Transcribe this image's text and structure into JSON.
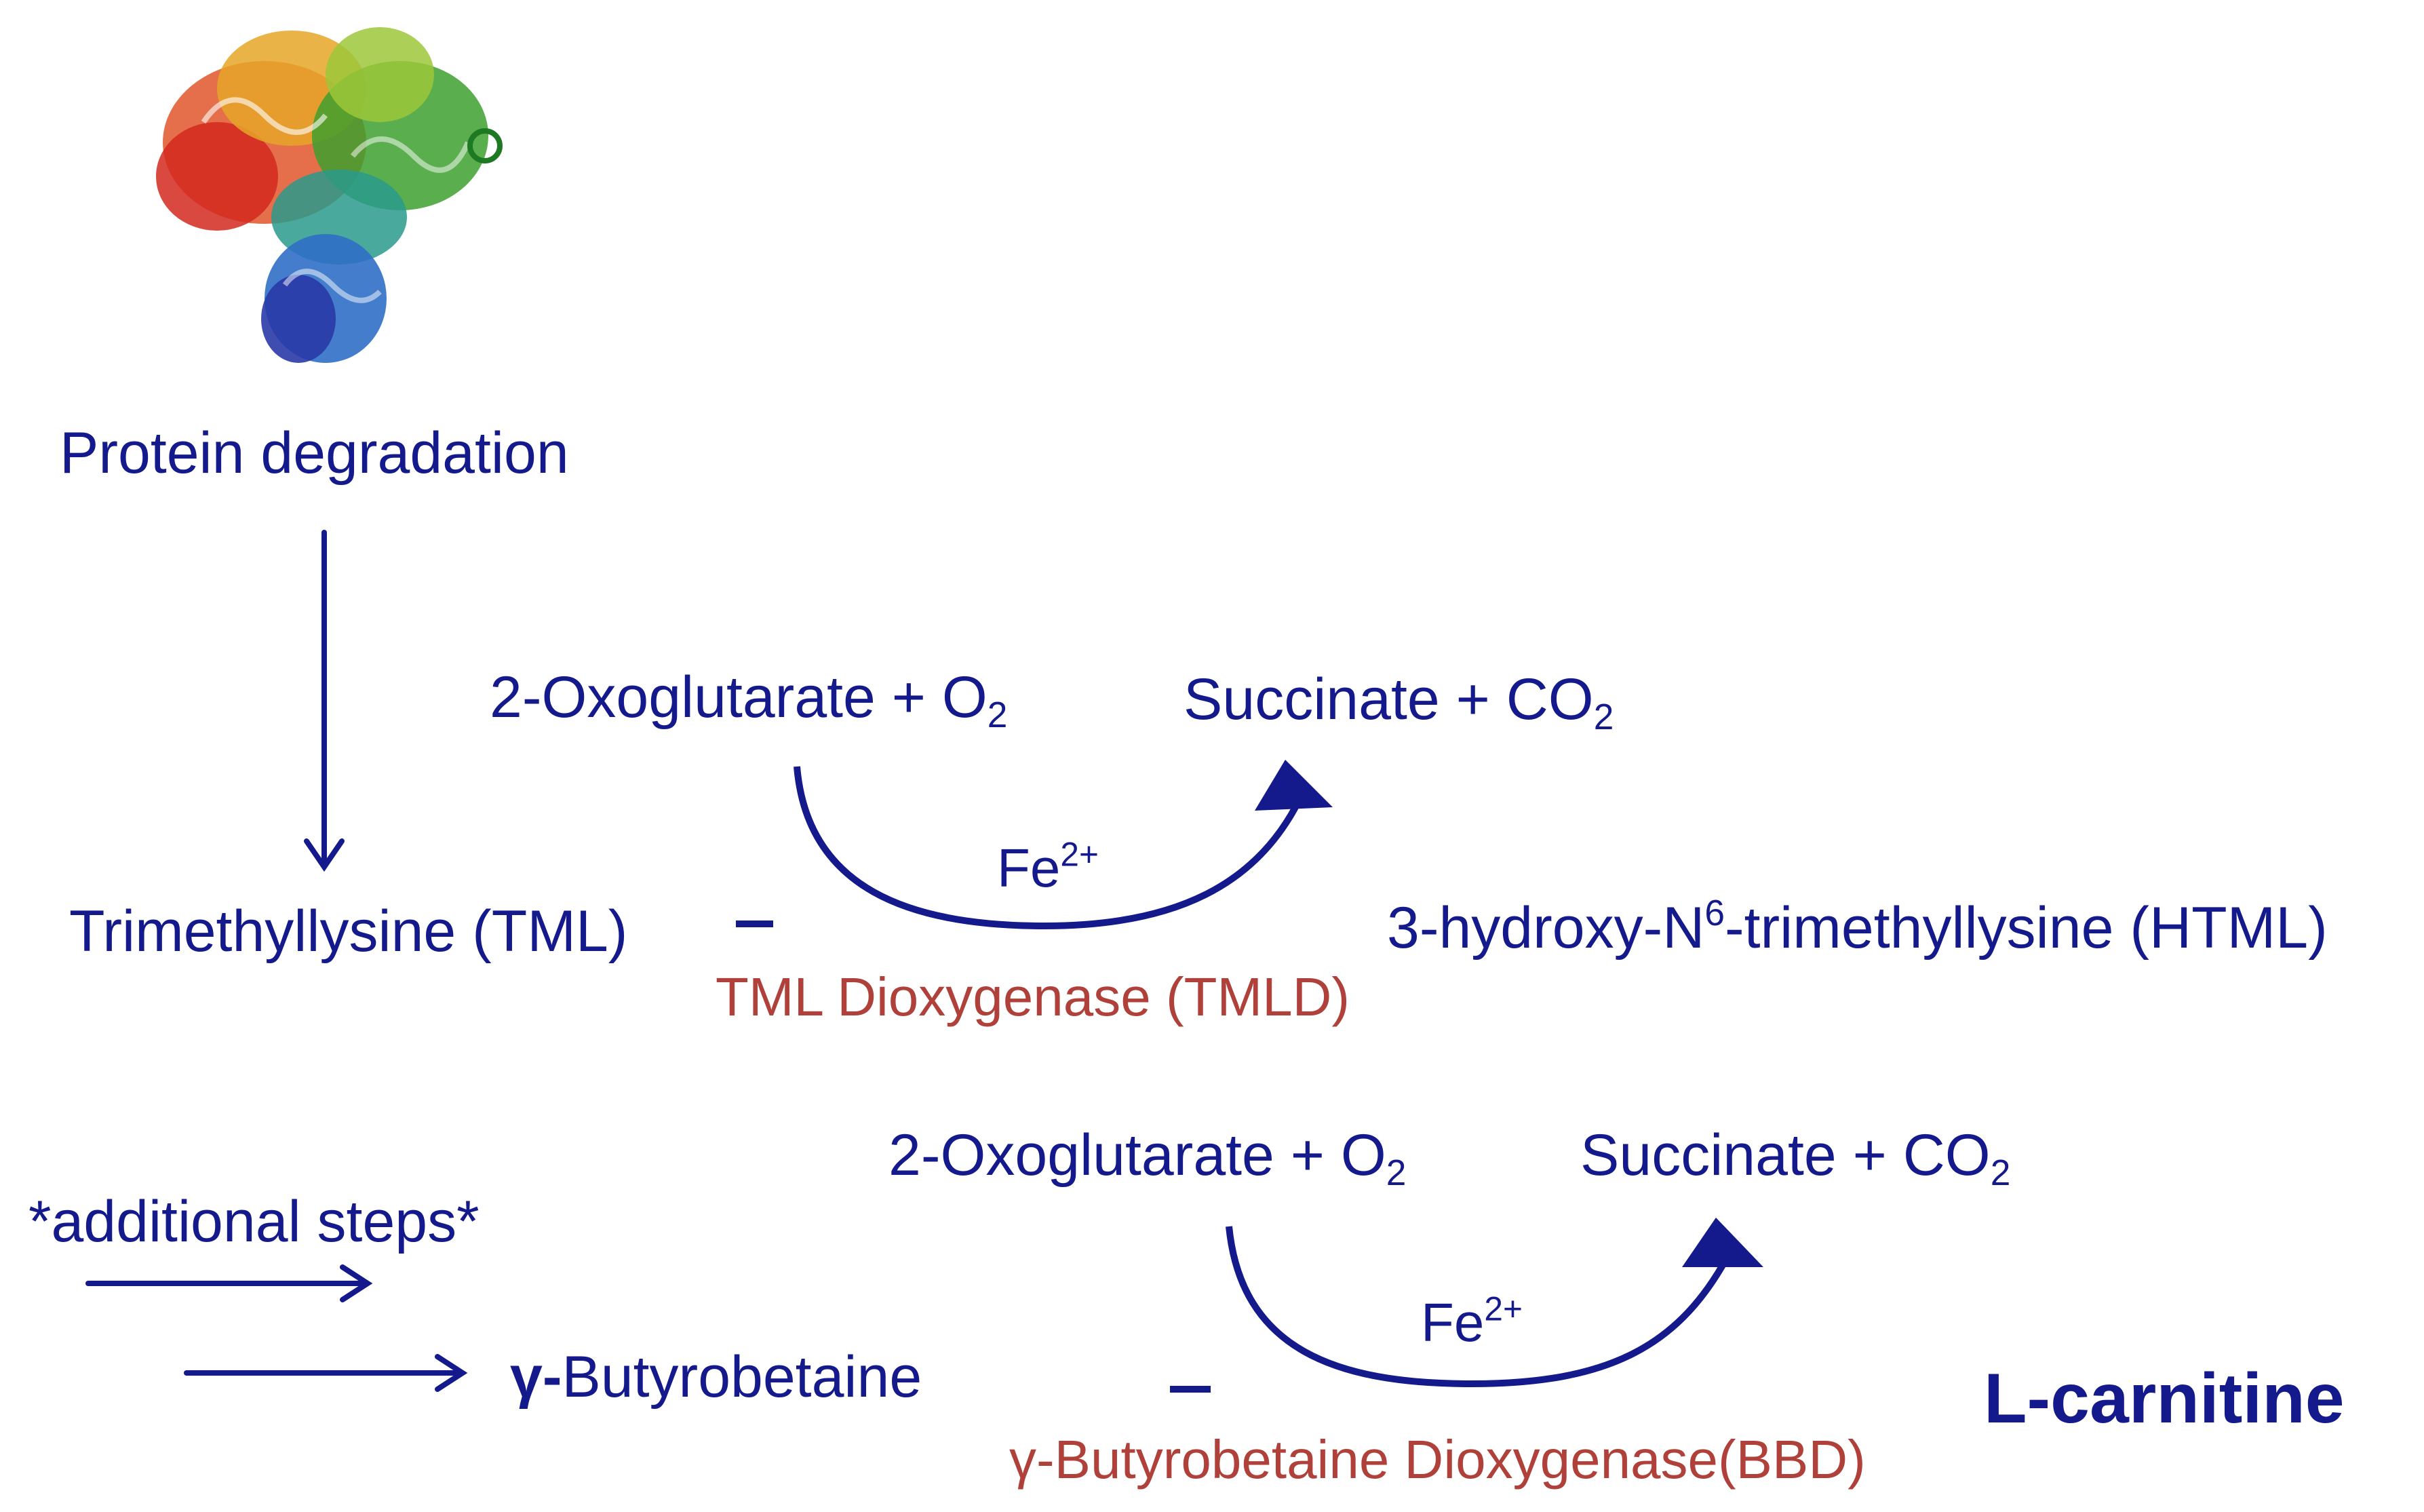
{
  "labels": {
    "protein_degradation": "Protein degradation",
    "tml": "Trimethyllysine (TML)",
    "html": "3-hydroxy-N",
    "html_sup": "6",
    "html_tail": "-trimethyllysine (HTML)",
    "additional_steps": "*additional steps*",
    "gamma_prefix": "γ-",
    "butyrobetaine": "Butyrobetaine",
    "l_carnitine": "L-carnitine"
  },
  "reaction1": {
    "substrate": "2-Oxoglutarate + O",
    "substrate_sub": "2",
    "product": "Succinate + CO",
    "product_sub": "2",
    "cofactor": "Fe",
    "cofactor_sup": "2+",
    "enzyme": "TML Dioxygenase (TMLD)"
  },
  "reaction2": {
    "substrate": "2-Oxoglutarate + O",
    "substrate_sub": "2",
    "product": "Succinate + CO",
    "product_sub": "2",
    "cofactor": "Fe",
    "cofactor_sup": "2+",
    "enzyme": "γ-Butyrobetaine Dioxygenase(BBD)"
  },
  "colors": {
    "main_text": "#141a8c",
    "enzyme_text": "#b0403a",
    "arrow": "#141a8c"
  },
  "icons": [
    "protein-structure-ribbon",
    "arrow-down",
    "arrow-right",
    "curved-reaction-arrow"
  ]
}
